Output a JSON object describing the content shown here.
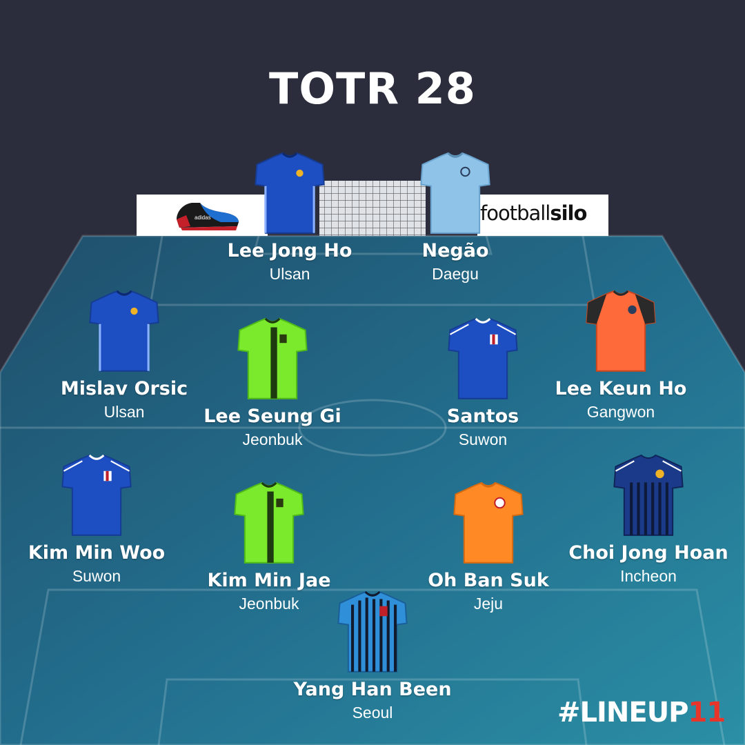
{
  "title": "TOTR 28",
  "sponsors": {
    "left_brand": "adidas",
    "right_name_plain": "football",
    "right_name_bold": "silo"
  },
  "branding": {
    "hash_text": "#LINEUP",
    "number": "11",
    "accent_color": "#e8352b"
  },
  "players": [
    {
      "name": "Lee Jong Ho",
      "club": "Ulsan",
      "kit": "ulsan"
    },
    {
      "name": "Negão",
      "club": "Daegu",
      "kit": "daegu"
    },
    {
      "name": "Mislav Orsic",
      "club": "Ulsan",
      "kit": "ulsan"
    },
    {
      "name": "Lee Seung Gi",
      "club": "Jeonbuk",
      "kit": "jeonbuk"
    },
    {
      "name": "Santos",
      "club": "Suwon",
      "kit": "suwon"
    },
    {
      "name": "Lee Keun Ho",
      "club": "Gangwon",
      "kit": "gangwon"
    },
    {
      "name": "Kim Min Woo",
      "club": "Suwon",
      "kit": "suwon"
    },
    {
      "name": "Kim Min Jae",
      "club": "Jeonbuk",
      "kit": "jeonbuk"
    },
    {
      "name": "Oh Ban Suk",
      "club": "Jeju",
      "kit": "jeju"
    },
    {
      "name": "Choi Jong Hoan",
      "club": "Incheon",
      "kit": "incheon"
    },
    {
      "name": "Yang Han Been",
      "club": "Seoul",
      "kit": "seoul"
    }
  ],
  "kit_colors": {
    "ulsan": "#1d4fc2",
    "daegu": "#8fc3e8",
    "jeonbuk": "#7bea2c",
    "suwon": "#1d4fc2",
    "gangwon": "#ff6a3a",
    "jeju": "#ff8a25",
    "incheon": "#1b3b8a",
    "seoul": "#2f8fd8"
  }
}
